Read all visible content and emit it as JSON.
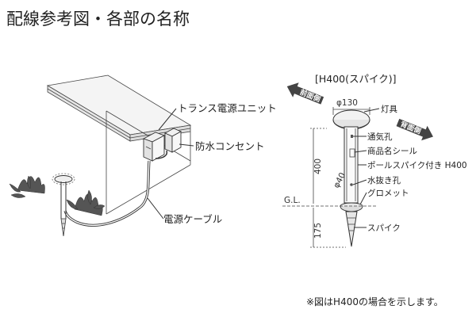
{
  "title": "配線参考図・各部の名称",
  "left_diagram": {
    "labels": {
      "transformer": "トランス電源ユニット",
      "outlet": "防水コンセント",
      "cable": "電源ケーブル"
    }
  },
  "right_diagram": {
    "heading": "[H400(スパイク)]",
    "arrow_front": "前面側",
    "arrow_back": "背面側",
    "dimensions": {
      "head_diameter": "φ130",
      "pole_diameter": "φ40",
      "height": "400",
      "below_ground": "175",
      "ground_line": "G.L."
    },
    "parts": {
      "lamp": "灯具",
      "vent_hole": "通気孔",
      "product_seal": "商品名シール",
      "pole_spike": "ポールスパイク付き H400",
      "drain_hole": "水抜き孔",
      "grommet": "グロメット",
      "spike": "スパイク"
    }
  },
  "footnote": "※図はH400の場合を示します。"
}
